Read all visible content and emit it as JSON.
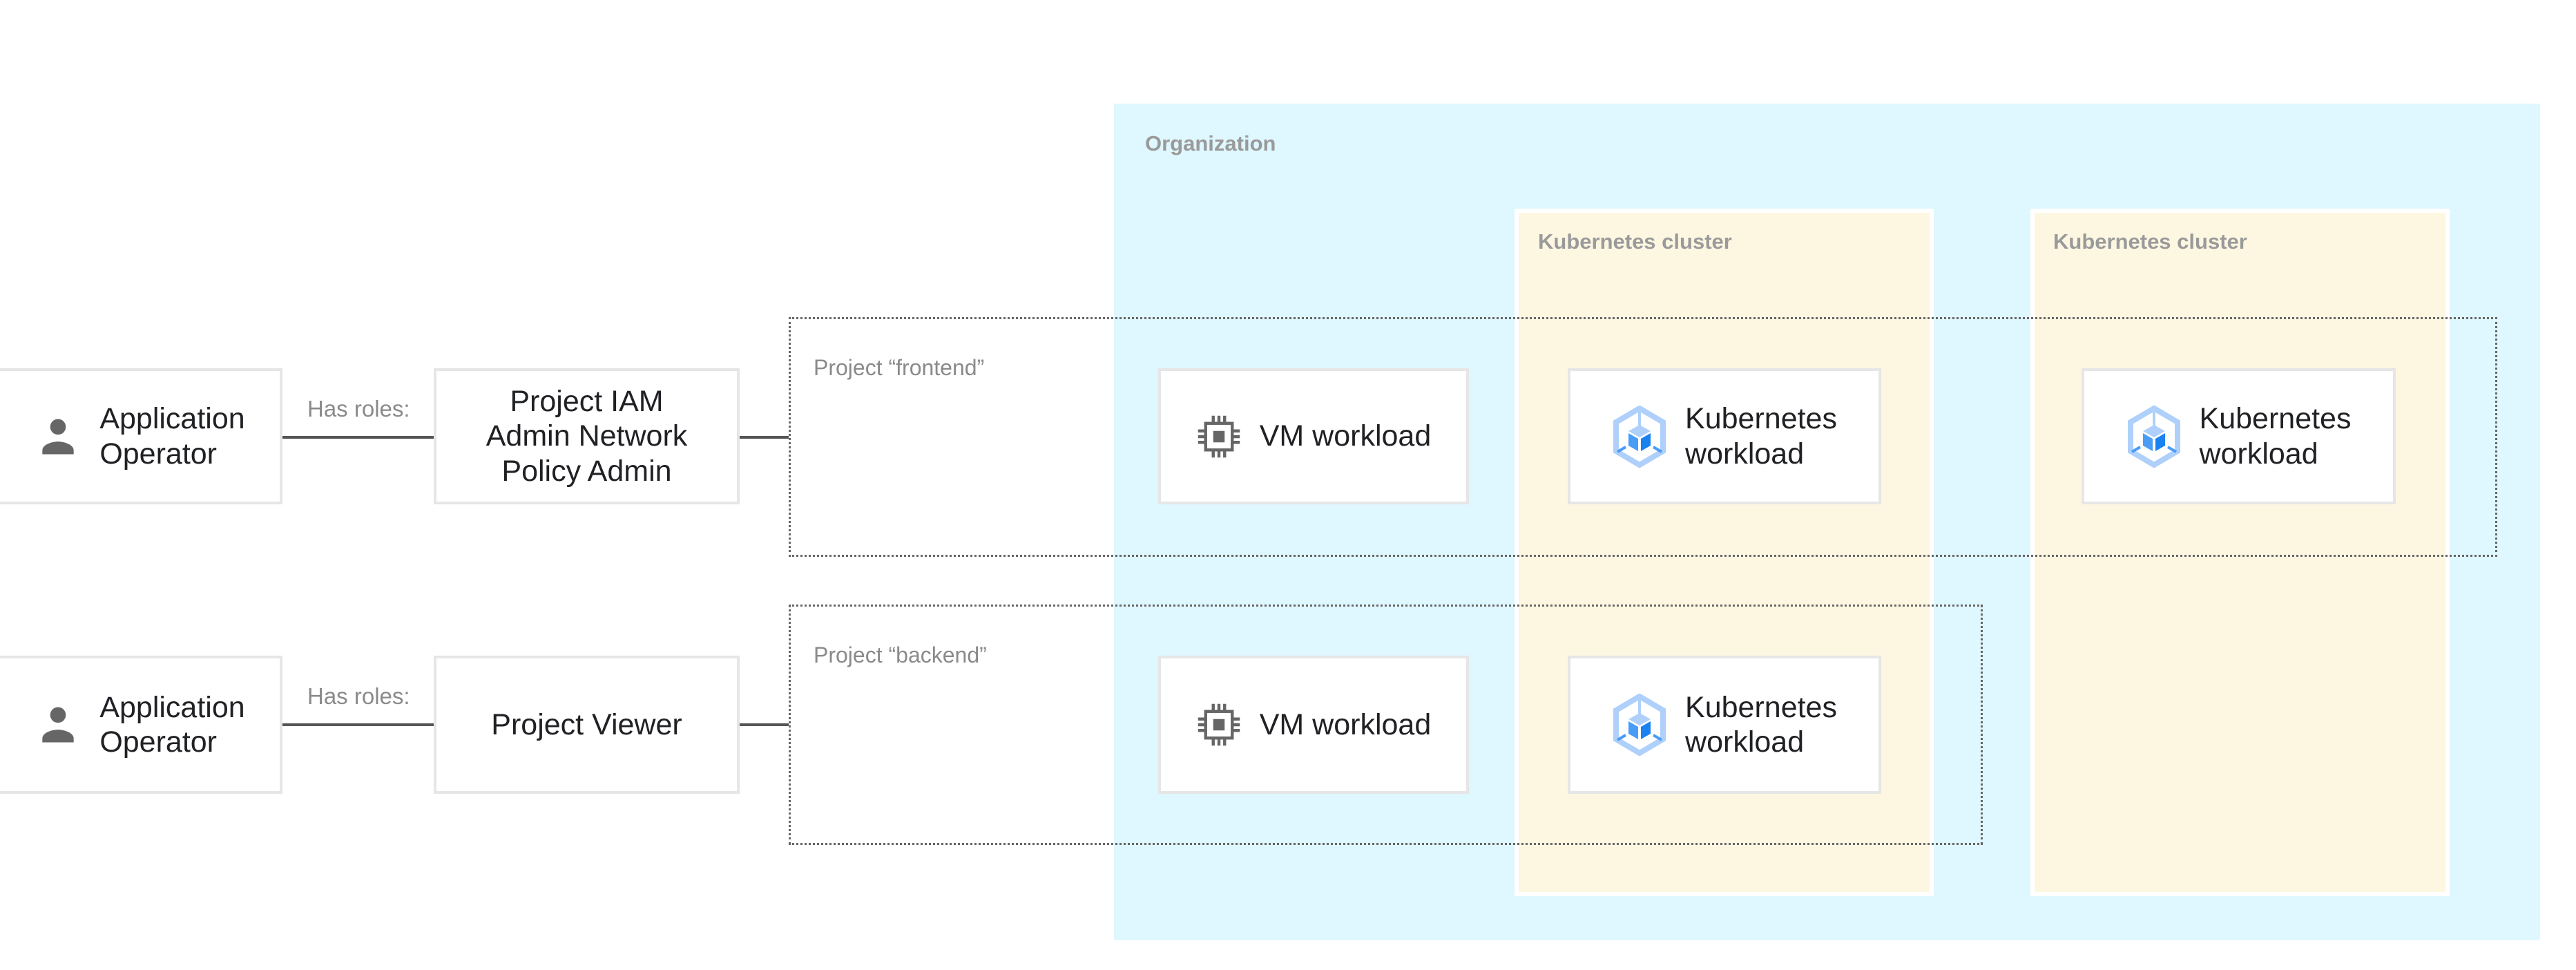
{
  "organization": {
    "label": "Organization",
    "color": "#dff7fe"
  },
  "clusters": [
    {
      "label": "Kubernetes cluster",
      "color": "#fdf7e2"
    },
    {
      "label": "Kubernetes cluster",
      "color": "#fdf7e2"
    }
  ],
  "projects": [
    {
      "label": "Project “frontend”"
    },
    {
      "label": "Project “backend”"
    }
  ],
  "operators": [
    {
      "line1": "Application",
      "line2": "Operator",
      "icon": "person-icon"
    },
    {
      "line1": "Application",
      "line2": "Operator",
      "icon": "person-icon"
    }
  ],
  "has_roles": [
    "Has roles:",
    "Has roles:"
  ],
  "roles": [
    {
      "lines": [
        "Project IAM",
        "Admin Network",
        "Policy Admin"
      ]
    },
    {
      "lines": [
        "Project Viewer"
      ]
    }
  ],
  "workloads": {
    "vm": {
      "label": "VM workload",
      "icon": "chip-icon"
    },
    "k8s": {
      "line1": "Kubernetes",
      "line2": "workload",
      "icon": "kubernetes-icon",
      "color": "#4a9cf5"
    }
  }
}
